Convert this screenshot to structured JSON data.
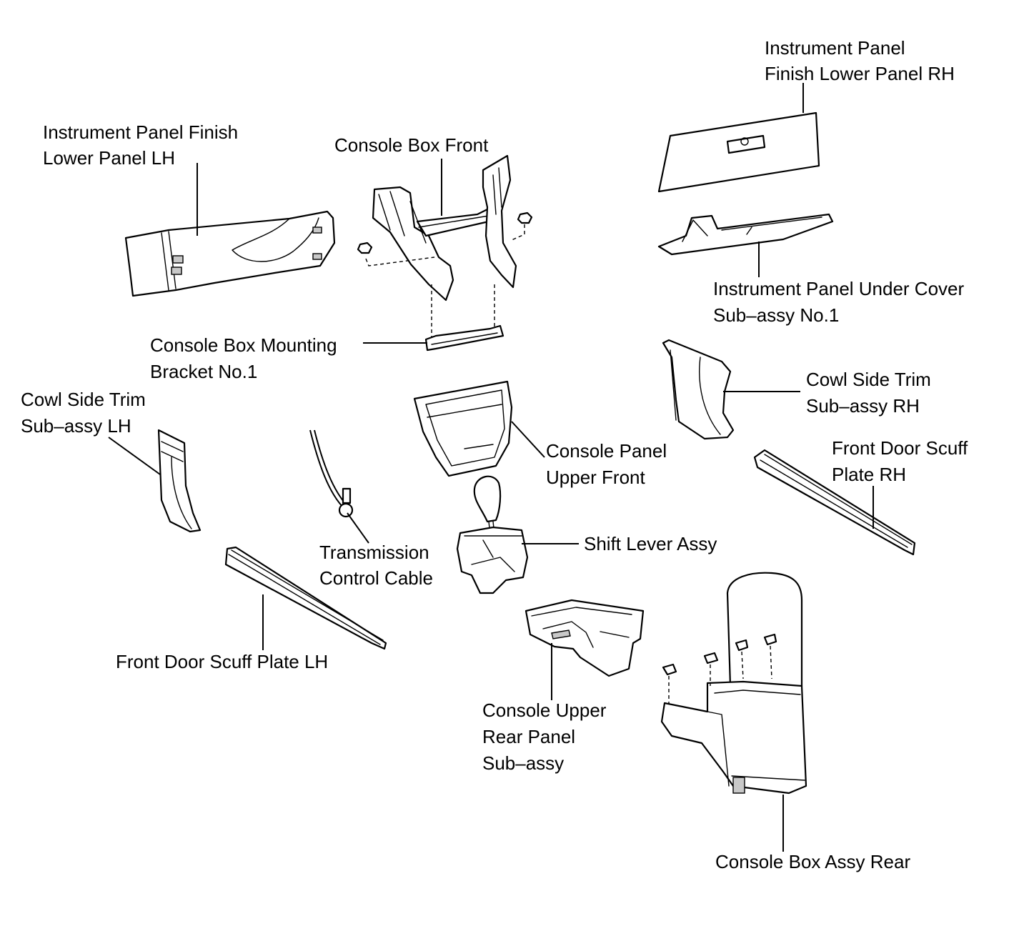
{
  "labels": {
    "ip_finish_rh": [
      "Instrument Panel",
      "Finish Lower Panel RH"
    ],
    "ip_finish_lh": [
      "Instrument Panel Finish",
      "Lower Panel LH"
    ],
    "console_box_front": [
      "Console Box Front"
    ],
    "ip_under_cover": [
      "Instrument Panel Under Cover",
      "Sub–assy No.1"
    ],
    "mounting_bracket": [
      "Console Box Mounting",
      "Bracket No.1"
    ],
    "cowl_rh": [
      "Cowl Side Trim",
      "Sub–assy RH"
    ],
    "cowl_lh": [
      "Cowl Side Trim",
      "Sub–assy LH"
    ],
    "console_panel_upper_front": [
      "Console Panel",
      "Upper Front"
    ],
    "scuff_rh": [
      "Front Door Scuff",
      "Plate RH"
    ],
    "transmission_cable": [
      "Transmission",
      "Control Cable"
    ],
    "shift_lever": [
      "Shift Lever Assy"
    ],
    "scuff_lh": [
      "Front Door Scuff Plate LH"
    ],
    "console_upper_rear": [
      "Console Upper",
      "Rear Panel",
      "Sub–assy"
    ],
    "console_box_rear": [
      "Console Box Assy Rear"
    ]
  }
}
